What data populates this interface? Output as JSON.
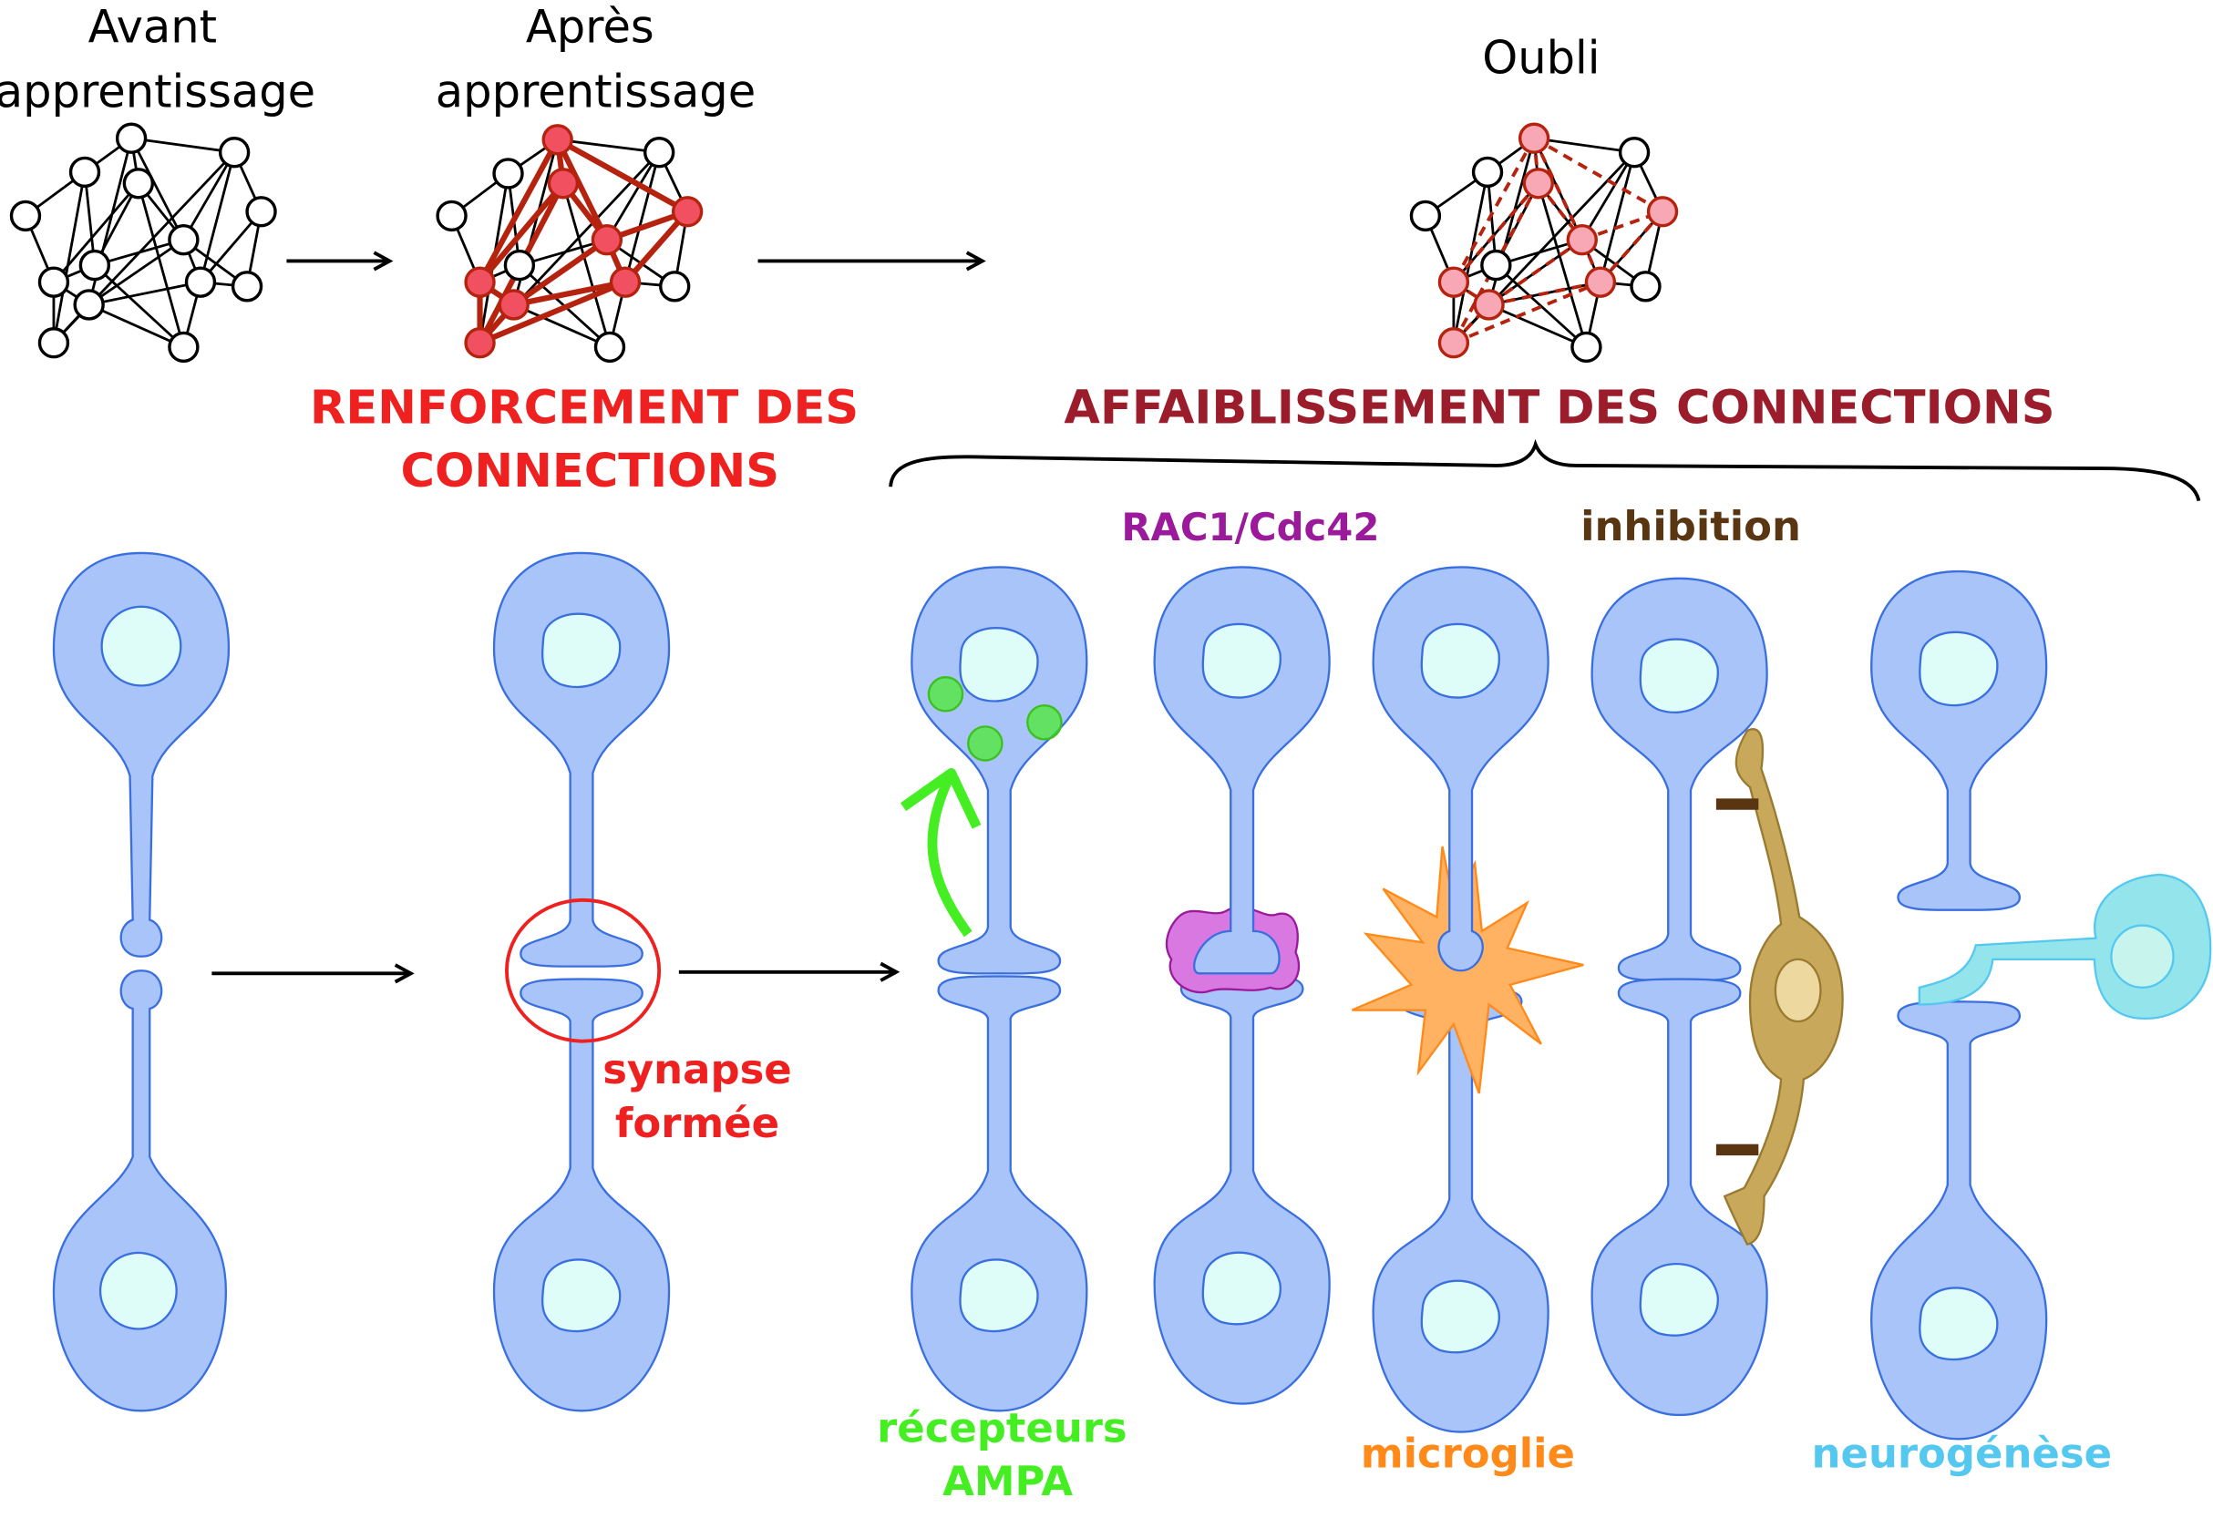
{
  "top": {
    "before": [
      "Avant",
      "apprentissage"
    ],
    "after": [
      "Après",
      "apprentissage"
    ],
    "forget": "Oubli",
    "strengthening": [
      "RENFORCEMENT DES",
      "CONNECTIONS"
    ],
    "weakening": "AFFAIBLISSEMENT DES CONNECTIONS"
  },
  "labels": {
    "synapse": [
      "synapse",
      "formée"
    ],
    "receptors": [
      "récepteurs",
      "AMPA"
    ],
    "rac": "RAC1/Cdc42",
    "microglia": "microglie",
    "inhibition": "inhibition",
    "neurogenesis": "neurogénèse"
  },
  "colors": {
    "neuron": "#a8c4f8",
    "neuron_stroke": "#3a6fe0",
    "nucleus": "#dffdf8",
    "strengthen": "#ee2020",
    "weaken": "#9b1c2a",
    "edge_strong": "#b5230f",
    "node_red": "#f05060",
    "node_pink": "#f7a8b4",
    "receptors": "#44ee22",
    "rac": "#9b1a9b",
    "rac_fill": "#d878e0",
    "microglia": "#ff8a1a",
    "microglia_fill": "#ffb262",
    "inhibition": "#5a3511",
    "inhibitory_cell": "#c8a85a",
    "neurogenesis": "#55c8f0",
    "new_neuron": "#94e4ec"
  }
}
